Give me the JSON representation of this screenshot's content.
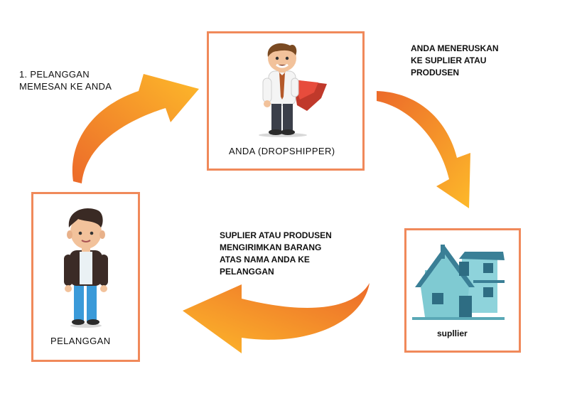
{
  "nodes": {
    "dropshipper": {
      "label": "ANDA (DROPSHIPPER)"
    },
    "customer": {
      "label": "PELANGGAN"
    },
    "supplier": {
      "label": "supllier"
    }
  },
  "steps": {
    "step1": {
      "lines": [
        "1. PELANGGAN",
        "MEMESAN KE ANDA"
      ]
    },
    "step2": {
      "lines": [
        "ANDA MENERUSKAN",
        "KE SUPLIER ATAU",
        "PRODUSEN"
      ]
    },
    "step3": {
      "lines": [
        "SUPLIER ATAU PRODUSEN",
        "MENGIRIMKAN BARANG",
        "ATAS NAMA ANDA KE",
        "PELANGGAN"
      ]
    }
  },
  "colors": {
    "border": "#f0895a",
    "arrow_start": "#ec6a2a",
    "arrow_end": "#fdb92a",
    "house_wall": "#7fcad2",
    "house_roof": "#3a7f96"
  },
  "icons": {
    "dropshipper": "businessman-cape-icon",
    "customer": "young-man-icon",
    "supplier": "house-icon"
  }
}
